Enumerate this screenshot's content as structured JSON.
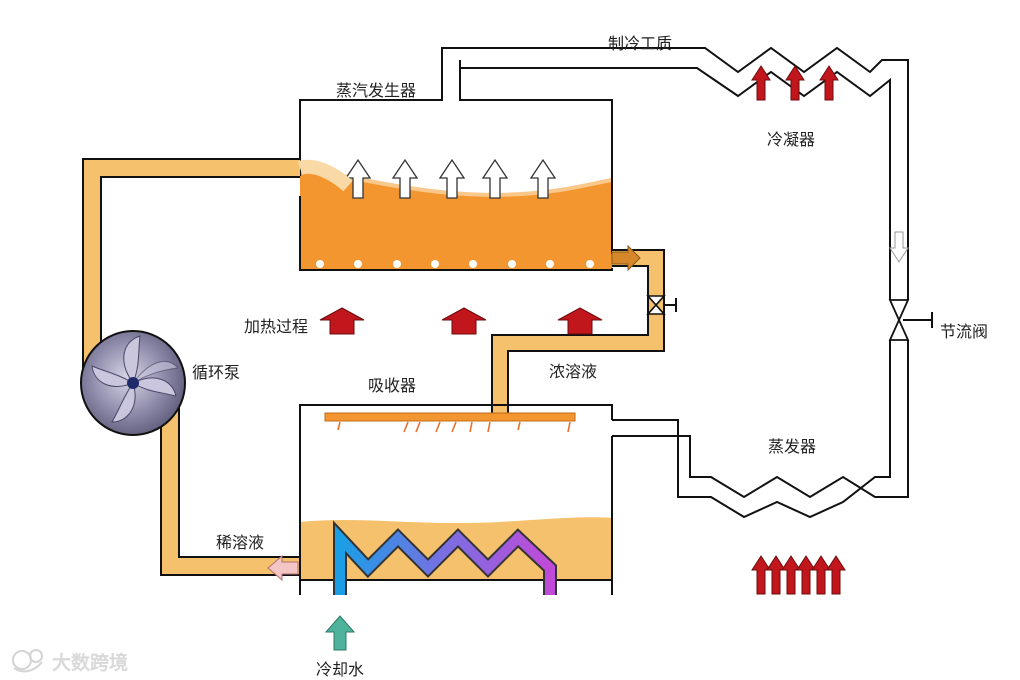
{
  "labels": {
    "refrigerant": "制冷工质",
    "generator": "蒸汽发生器",
    "condenser": "冷凝器",
    "throttle_valve": "节流阀",
    "heating_process": "加热过程",
    "circulation_pump": "循环泵",
    "absorber": "吸收器",
    "concentrated_solution": "浓溶液",
    "evaporator": "蒸发器",
    "dilute_solution": "稀溶液",
    "cooling_water": "冷却水"
  },
  "watermark": "大数跨境",
  "colors": {
    "pipe_fill": "#f5c16c",
    "pipe_outline": "#111111",
    "solution": "#f4962f",
    "heat_arrow": "#c0161c",
    "vapor_arrow": "#ffffff",
    "cooling_water_arrow": "#4fb39b",
    "coil_start": "#1a9ee6",
    "coil_end": "#c04ad8",
    "pump_body": "#7a7596"
  },
  "icons": {
    "pump": "fan-icon",
    "valve": "valve-icon",
    "logo": "logo-icon"
  }
}
